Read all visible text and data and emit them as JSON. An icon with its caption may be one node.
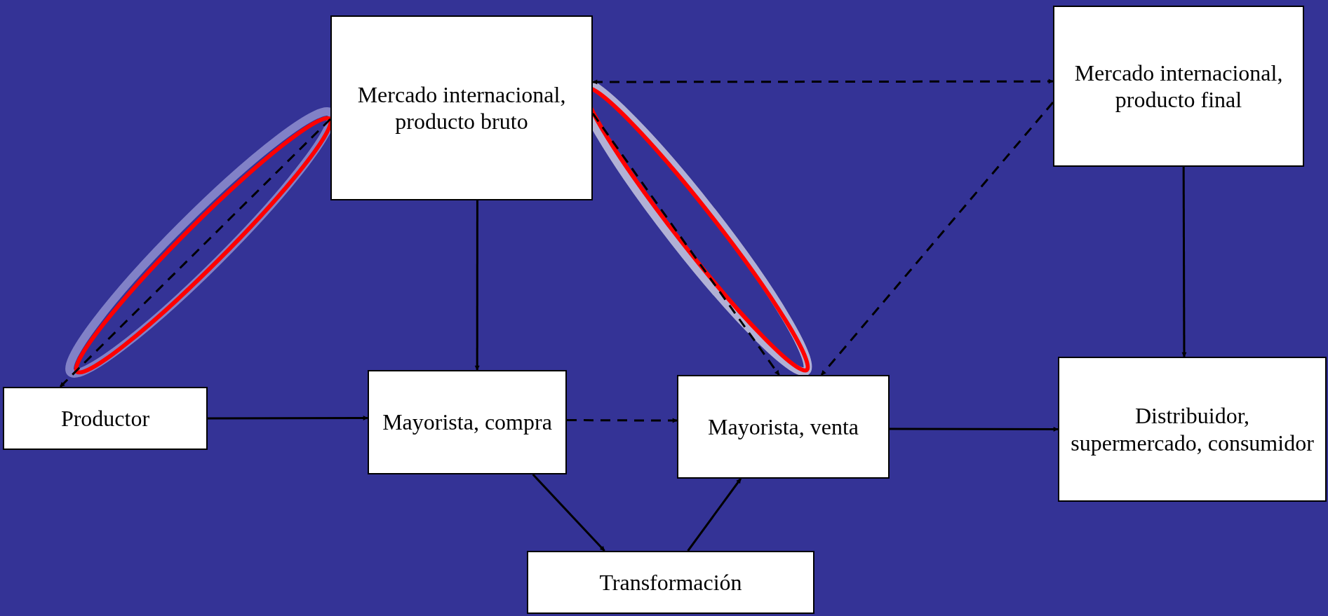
{
  "diagram": {
    "nodes": [
      {
        "text": [
          "Mercado internacional, producto bruto"
        ]
      },
      {
        "text": [
          "Mercado internacional, producto final"
        ]
      },
      {
        "text": [
          "Productor"
        ]
      },
      {
        "text": [
          "Mayorista, compra"
        ]
      },
      {
        "text": [
          "Mayorista, venta"
        ]
      },
      {
        "text": [
          "Distribuidor, supermercado, consumidor"
        ]
      },
      {
        "text": [
          "Transformación"
        ]
      }
    ],
    "edges": [
      {
        "from": 0,
        "to": 2,
        "arrow": "to",
        "style": "dashed"
      },
      {
        "from": 0,
        "to": 3,
        "arrow": "to"
      },
      {
        "from": 0,
        "to": 1,
        "arrow": "both",
        "style": "dashed"
      },
      {
        "from": 0,
        "to": 4,
        "arrow": "to",
        "style": "dashed"
      },
      {
        "from": 1,
        "to": 4,
        "arrow": "to",
        "style": "dashed"
      },
      {
        "from": 1,
        "to": 5,
        "arrow": "to"
      },
      {
        "from": 2,
        "to": 3,
        "arrow": "to"
      },
      {
        "from": 3,
        "to": 4,
        "arrow": "to",
        "style": "dashed"
      },
      {
        "from": 4,
        "to": 5,
        "arrow": "to"
      },
      {
        "from": 3,
        "to": 6,
        "arrow": "to"
      },
      {
        "from": 6,
        "to": 4,
        "arrow": "to"
      }
    ]
  }
}
